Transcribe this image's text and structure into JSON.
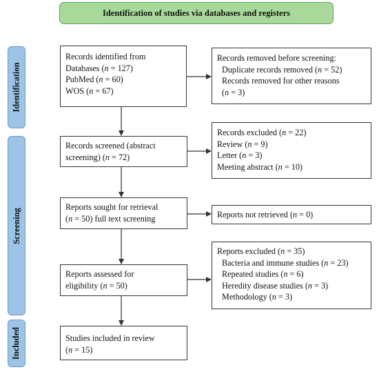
{
  "header": "Identification of studies via databases and registers",
  "phases": {
    "identification": "Identification",
    "screening": "Screening",
    "included": "Included"
  },
  "boxes": {
    "records_identified": [
      "Records identified  from",
      "Databases (n = 127)",
      "PubMed (n = 60)",
      "WOS (n = 67)"
    ],
    "records_removed": [
      "Records removed before screening:",
      "Duplicate records removed  (n = 52)",
      "Records removed for other reasons",
      "(n = 3)"
    ],
    "records_screened": [
      "Records screened (abstract",
      "screening)  (n = 72)"
    ],
    "records_excluded": [
      "Records excluded  (n = 22)",
      "Review  (n = 9)",
      "Letter  (n = 3)",
      "Meeting abstract  (n = 10)"
    ],
    "reports_sought": [
      "Reports sought for retrieval",
      "(n = 50) full text screening"
    ],
    "reports_not_retrieved": [
      "Reports not retrieved  (n = 0)"
    ],
    "reports_assessed": [
      "Reports assessed for",
      "eligibility  (n = 50)"
    ],
    "reports_excluded": [
      "Reports excluded  (n = 35)",
      "Bacteria and immune studies  (n = 23)",
      "Repeated studies  (n = 6)",
      "Heredity disease studies  (n = 3)",
      "Methodology  (n = 3)"
    ],
    "studies_included": [
      "Studies included  in review",
      "(n = 15)"
    ]
  },
  "colors": {
    "header_fill": "#a9d89b",
    "phase_fill": "#9dc3e6",
    "line": "#333333"
  }
}
